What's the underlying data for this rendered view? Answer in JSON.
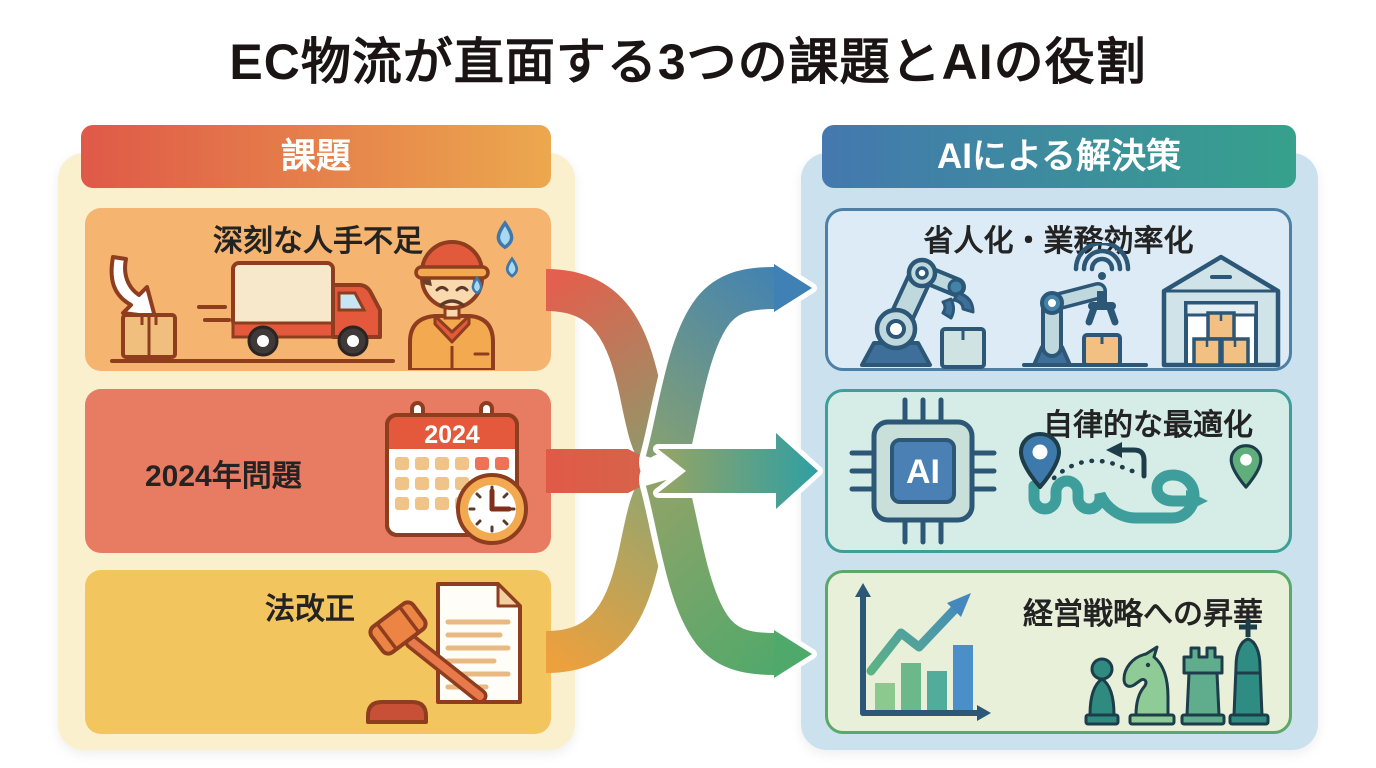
{
  "title": "EC物流が直面する3つの課題とAIの役割",
  "challenges": {
    "header": "課題",
    "items": [
      {
        "label": "深刻な人手不足",
        "icons": [
          "decline-arrow-icon",
          "package-icon",
          "delivery-truck-icon",
          "tired-worker-icon"
        ],
        "bg": "#F5B46F"
      },
      {
        "label": "2024年問題",
        "calendar_year": "2024",
        "icons": [
          "calendar-2024-icon",
          "clock-icon"
        ],
        "bg": "#E87C63"
      },
      {
        "label": "法改正",
        "icons": [
          "gavel-icon",
          "document-icon"
        ],
        "bg": "#F3C55E"
      }
    ],
    "header_gradient": [
      "#DF5948",
      "#ECA84E"
    ],
    "panel_bg": "#FAF0CE"
  },
  "solutions": {
    "header": "AIによる解決策",
    "items": [
      {
        "label": "省人化・業務効率化",
        "icons": [
          "robot-arm-icon",
          "package-icon",
          "conveyor-robot-wifi-icon",
          "warehouse-icon"
        ],
        "bg": "#DCEBF5",
        "border": "#4E7FA6"
      },
      {
        "label": "自律的な最適化",
        "chip_label": "AI",
        "icons": [
          "ai-chip-icon",
          "route-map-icon",
          "map-pin-icon"
        ],
        "bg": "#D5EDE6",
        "border": "#3F9E99"
      },
      {
        "label": "経営戦略への昇華",
        "icons": [
          "growth-chart-icon",
          "chess-pieces-icon"
        ],
        "bg": "#E9F0D9",
        "border": "#5BA96A"
      }
    ],
    "header_gradient": [
      "#4478AF",
      "#36A18C"
    ],
    "panel_bg": "#CBE2EE"
  },
  "arrows": {
    "left_colors": [
      "#E2604D",
      "#E05A47",
      "#ECA03E"
    ],
    "right_colors": [
      "#3F81B5",
      "#2F9FA3",
      "#4EA96B"
    ]
  }
}
